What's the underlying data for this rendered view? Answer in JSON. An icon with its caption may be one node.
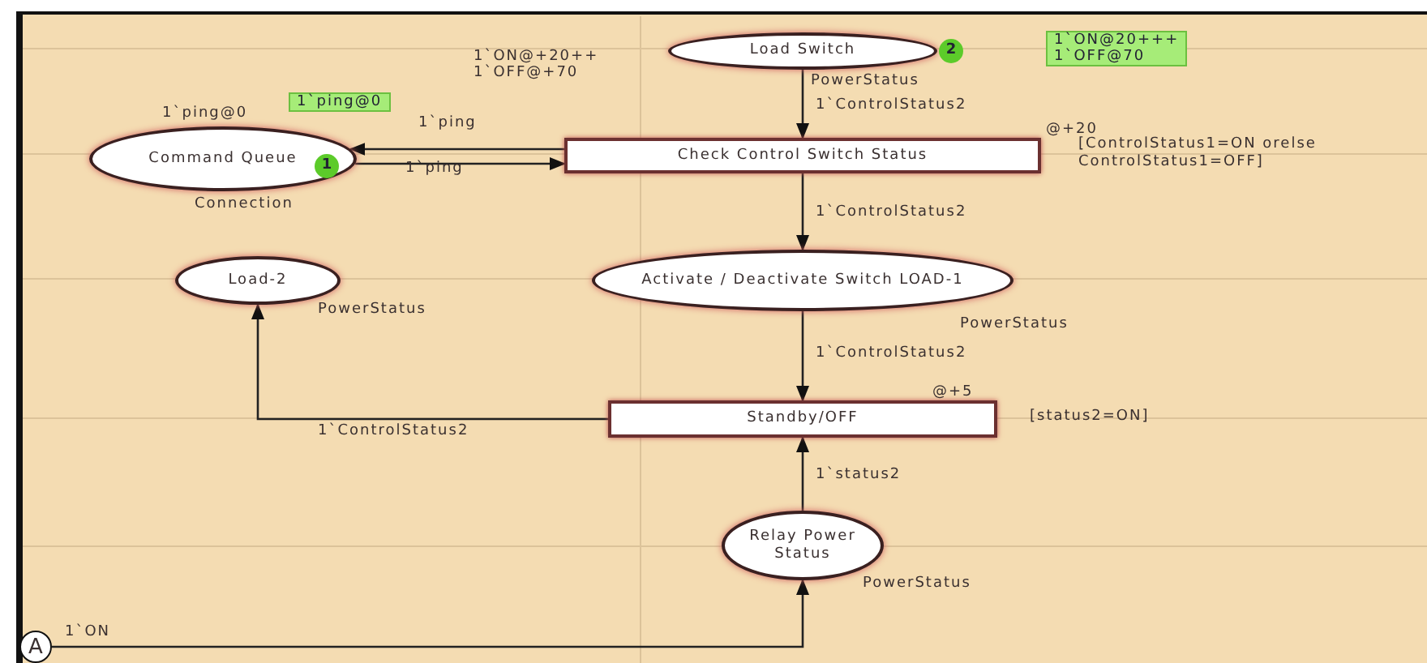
{
  "diagram": {
    "nodes": [
      {
        "text": [
          "Load Switch"
        ],
        "beside": [
          "2",
          "PowerStatus"
        ]
      },
      {
        "text": [
          "Command Queue",
          "1"
        ],
        "beside": [
          "1`ping@0",
          "1`ping@0",
          "Connection"
        ]
      },
      {
        "text": [
          "Check Control Switch Status"
        ],
        "beside": [
          "@+20",
          "[ControlStatus1=ON orelse ControlStatus1=OFF]"
        ]
      },
      {
        "text": [
          "Activate / Deactivate Switch LOAD-1"
        ],
        "beside": [
          "PowerStatus"
        ]
      },
      {
        "text": [
          "Load-2"
        ],
        "beside": [
          "PowerStatus"
        ]
      },
      {
        "text": [
          "Standby/OFF"
        ],
        "beside": [
          "@+5",
          "[status2=ON]"
        ]
      },
      {
        "text": [
          "Relay Power Status"
        ],
        "beside": [
          "PowerStatus"
        ]
      },
      {
        "text": [
          "A"
        ]
      }
    ],
    "edges": [
      {
        "from": 0,
        "to": 2,
        "arrow": "to",
        "label": "1`ControlStatus2"
      },
      {
        "from": 2,
        "to": 1,
        "arrow": "to",
        "label": "1`ping"
      },
      {
        "from": 1,
        "to": 2,
        "arrow": "to",
        "label": "1`ping"
      },
      {
        "from": 2,
        "to": 3,
        "arrow": "to",
        "label": "1`ControlStatus2"
      },
      {
        "from": 3,
        "to": 5,
        "arrow": "to",
        "label": "1`ControlStatus2"
      },
      {
        "from": 5,
        "to": 4,
        "arrow": "to",
        "label": "1`ControlStatus2"
      },
      {
        "from": 6,
        "to": 5,
        "arrow": "to",
        "label": "1`status2"
      },
      {
        "from": 7,
        "to": 6,
        "arrow": "to",
        "label": "1`ON"
      }
    ],
    "labels": [
      "1`ON@+20++ 1`OFF@+70",
      "1`ON@20+++ 1`OFF@70"
    ]
  }
}
